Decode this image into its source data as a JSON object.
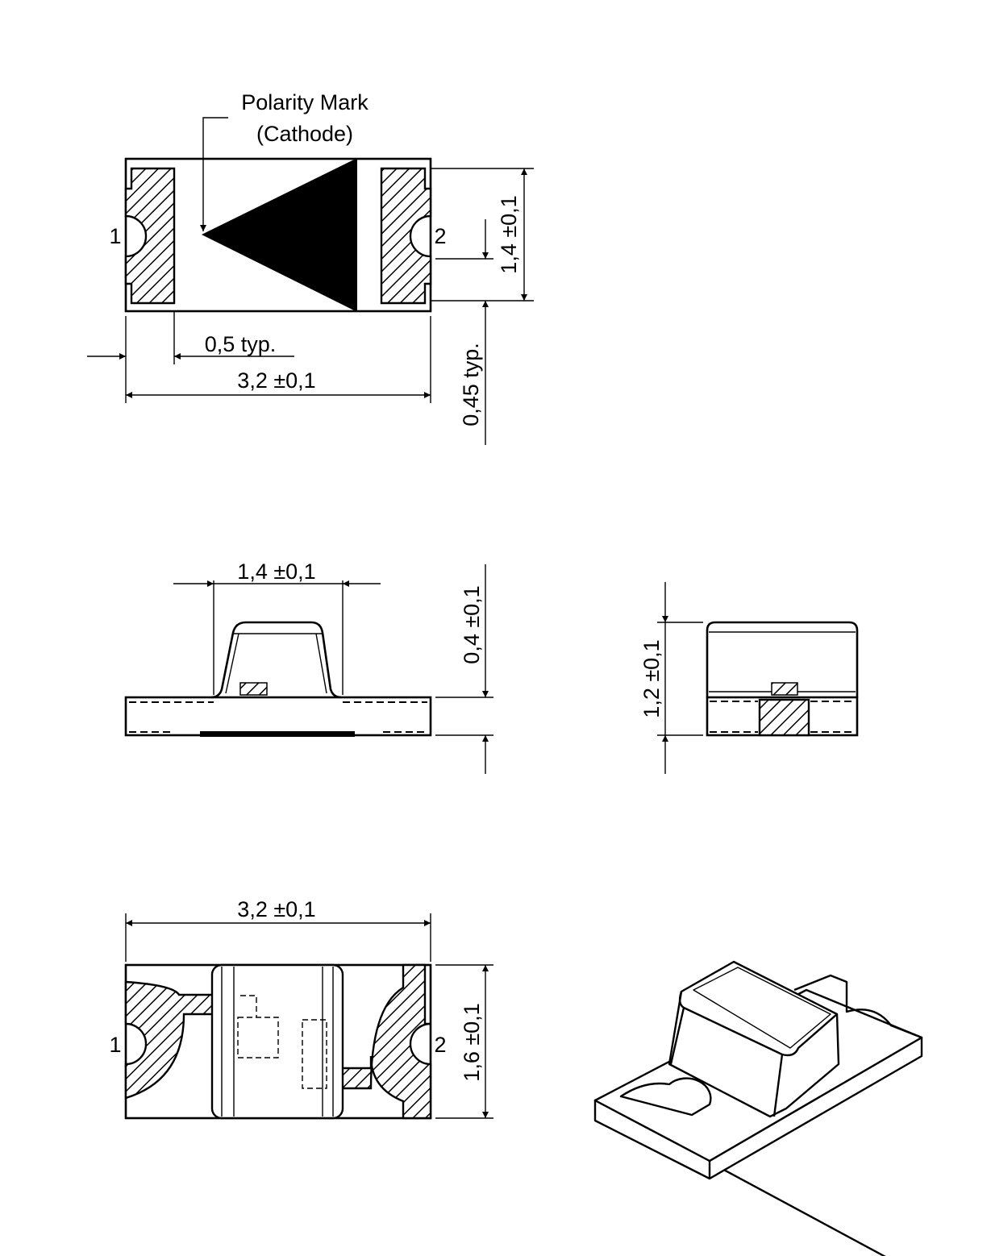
{
  "top_view": {
    "polarity_label_line1": "Polarity Mark",
    "polarity_label_line2": "(Cathode)",
    "pin1": "1",
    "pin2": "2",
    "dim_width": "3,2 ±0,1",
    "dim_pad": "0,5 typ.",
    "dim_height": "1,4 ±0,1",
    "dim_notch": "0,45 typ."
  },
  "side_view": {
    "dim_lens_width": "1,4 ±0,1",
    "dim_base_height": "0,4 ±0,1"
  },
  "end_view": {
    "dim_total_height": "1,2 ±0,1"
  },
  "bottom_view": {
    "pin1": "1",
    "pin2": "2",
    "dim_width": "3,2 ±0,1",
    "dim_height": "1,6 ±0,1"
  }
}
